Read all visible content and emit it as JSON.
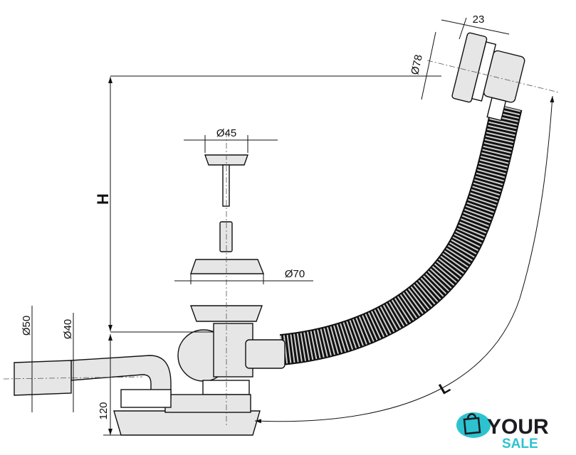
{
  "dimensions": {
    "overflow_depth": "23",
    "overflow_diameter": "Ø78",
    "plug_diameter": "Ø45",
    "height": "H",
    "strainer_diameter": "Ø70",
    "outlet_outer_diameter": "Ø50",
    "outlet_inner_diameter": "Ø40",
    "trap_height": "120",
    "length": "L"
  },
  "logo": {
    "line1": "YOUR",
    "line2": "SALE",
    "teal": "#2cc3cf",
    "dark": "#1b1b22"
  }
}
